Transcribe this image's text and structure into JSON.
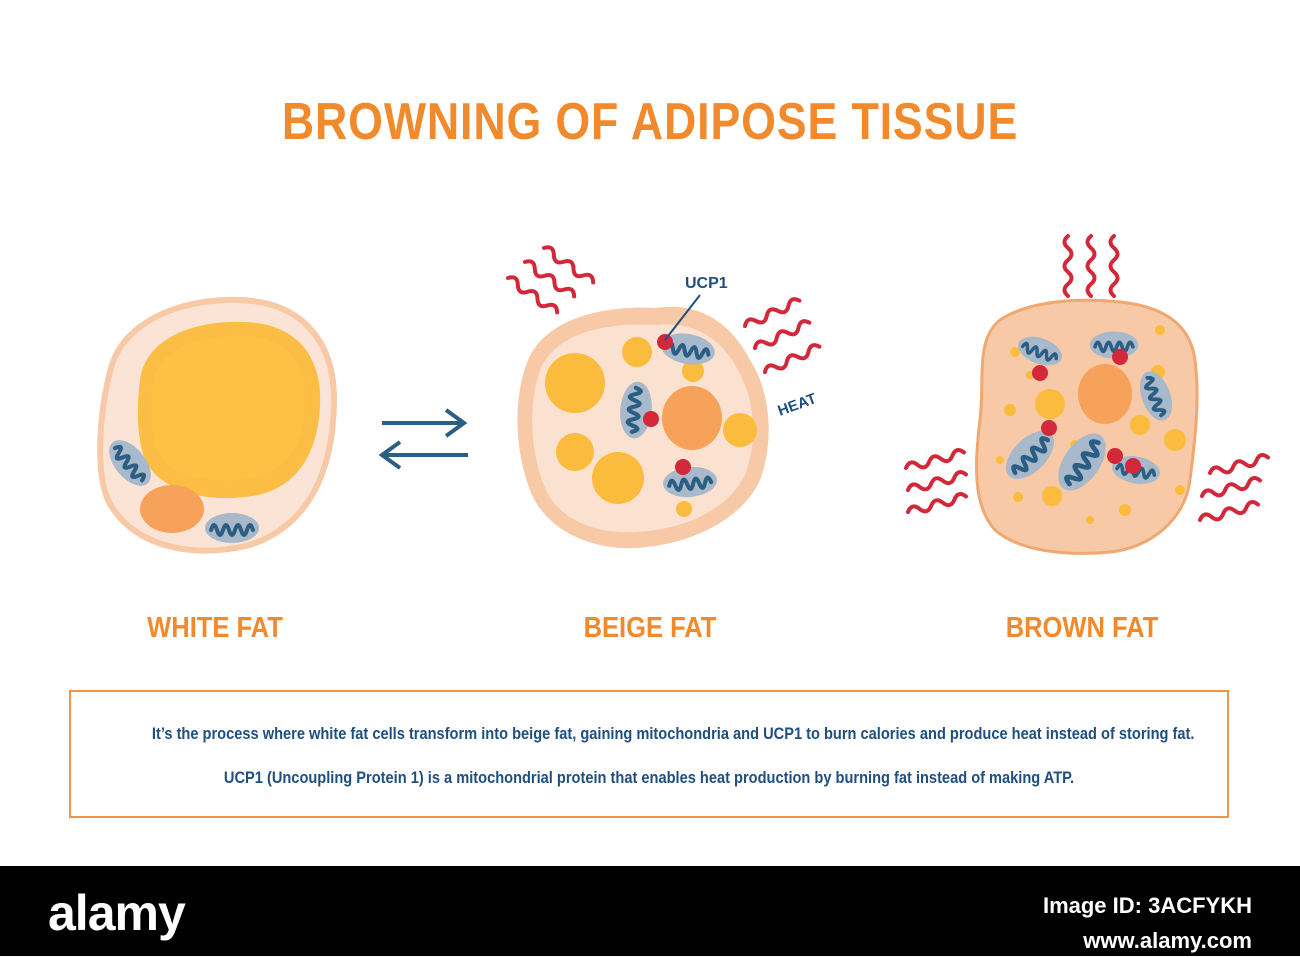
{
  "title": "BROWNING OF ADIPOSE TISSUE",
  "cells": [
    {
      "label": "WHITE FAT"
    },
    {
      "label": "BEIGE FAT"
    },
    {
      "label": "BROWN FAT"
    }
  ],
  "annotations": {
    "ucp1": "UCP1",
    "heat": "HEAT"
  },
  "description": [
    "It’s the process where white fat cells transform into beige fat, gaining mitochondria and UCP1 to burn calories and produce heat instead of storing fat.",
    "UCP1 (Uncoupling Protein 1) is a mitochondrial protein that enables heat production by burning fat instead of making ATP."
  ],
  "footer": {
    "brand": "alamy",
    "image_id_label": "Image ID: 3ACFYKH",
    "site": "www.alamy.com"
  },
  "colors": {
    "accent_orange": "#f08a2c",
    "text_blue": "#1f4f80",
    "heat_red": "#d2283a",
    "cell_fill": "#f8c9a6",
    "lipid": "#fbbb3c",
    "nucleus": "#f7a25a",
    "mitochondria": "#2c5d82"
  }
}
